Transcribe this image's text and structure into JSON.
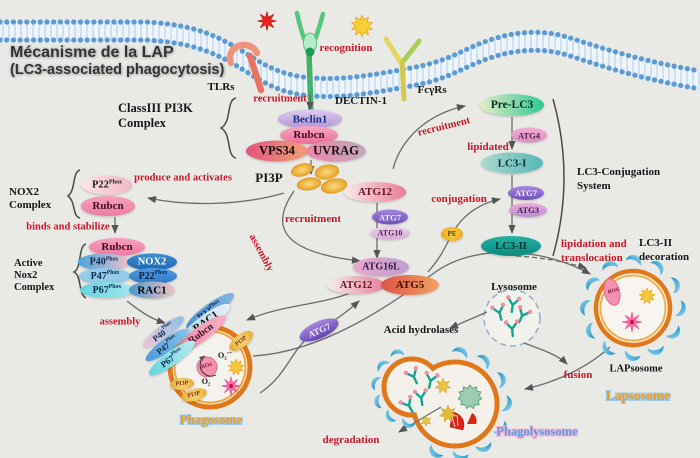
{
  "title": {
    "line1": "Mécanisme de la LAP",
    "line2": "(LC3-associated phagocytosis)"
  },
  "receptors": {
    "tlrs": "TLRs",
    "dectin1": "DECTIN-1",
    "fcgrs": "FcγRs"
  },
  "flow": {
    "recognition": "recognition",
    "recruitment_dectin": "recruitment",
    "recruitment_pi3p": "recruitment",
    "recruitment_fcgr": "recruitment",
    "produce_activates": "produce and activates",
    "binds_stabilize": "binds and stabilize",
    "assembly_left": "assembly",
    "assembly_diag": "assembly",
    "conjugation": "conjugation",
    "lipidated": "lipidated",
    "lipidation_1": "lipidation and",
    "lipidation_2": "translocation",
    "fusion": "fusion",
    "degradation": "degradation"
  },
  "pi3k": {
    "label1": "ClassIII PI3K",
    "label2": "Complex",
    "beclin1": "Beclin1",
    "rubcn": "Rubcn",
    "vps34": "VPS34",
    "uvrag": "UVRAG"
  },
  "pi3p": "PI3P",
  "phox": "Phox",
  "nox2": {
    "label1": "NOX2",
    "label2": "Complex",
    "p22": "P22",
    "rubcn": "Rubcn"
  },
  "active_nox2": {
    "label1": "Active",
    "label2": "Nox2",
    "label3": "Complex",
    "rubcn": "Rubcn",
    "p40": "P40",
    "nox2": "NOX2",
    "p47": "P47",
    "p22": "P22",
    "p67": "P67",
    "rac1": "RAC1"
  },
  "atg": {
    "atg12": "ATG12",
    "atg7": "ATG7",
    "atg10": "ATG10",
    "atg16l": "ATG16L",
    "atg12b": "ATG12",
    "atg5": "ATG5",
    "atg7_float": "ATG7",
    "pe": "PE"
  },
  "lc3": {
    "pre": "Pre-LC3",
    "atg4": "ATG4",
    "lc3_i": "LC3-I",
    "atg7": "ATG7",
    "atg3": "ATG3",
    "lc3_ii": "LC3-II",
    "system1": "LC3-Conjugation",
    "system2": "System",
    "deco1": "LC3-II",
    "deco2": "decoration"
  },
  "phagosome": {
    "label": "Phagosome",
    "p22": "P22",
    "rac1": "RAC1",
    "rubcn": "Rubcn",
    "p40": "P40",
    "p47": "P47",
    "p67": "P67",
    "ros": "ROS",
    "o2_radical": "O₂˙ˉ",
    "o2": "O₂",
    "pi3p": "PI3P"
  },
  "lysosome": {
    "label": "Lysosome",
    "acid": "Acid hydrolases"
  },
  "laposome": {
    "label": "LAPsosome",
    "label_styled": "Lapsosome",
    "ros": "ROS"
  },
  "phagolysosome": {
    "label": "Phagolysosome"
  }
}
